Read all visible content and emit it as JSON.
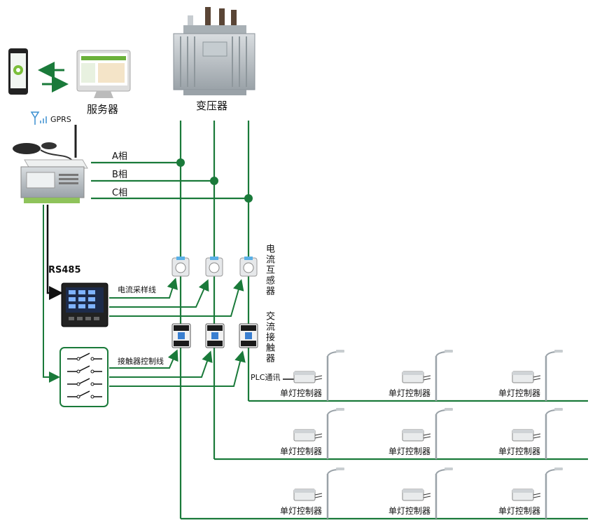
{
  "labels": {
    "server": "服务器",
    "transformer": "变压器",
    "gprs": "GPRS",
    "phase_a": "A相",
    "phase_b": "B相",
    "phase_c": "C相",
    "rs485": "RS485",
    "current_sample_line": "电流采样线",
    "contactor_control_line": "接触器控制线",
    "current_transformer": "电流互感器",
    "ac_contactor": "交流接触器",
    "plc_comm": "PLC通讯"
  },
  "controllers": [
    "单灯控制器",
    "单灯控制器",
    "单灯控制器",
    "单灯控制器",
    "单灯控制器",
    "单灯控制器",
    "单灯控制器",
    "单灯控制器",
    "单灯控制器"
  ],
  "colors": {
    "line_green": "#1a7a3a",
    "bus_dark": "#111111"
  }
}
